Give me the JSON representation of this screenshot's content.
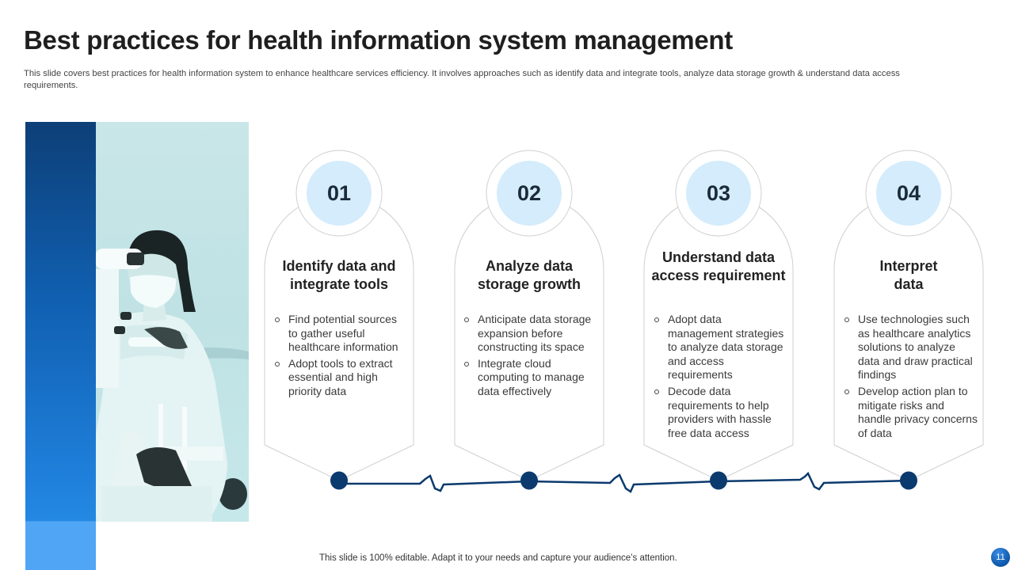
{
  "header": {
    "title": "Best practices for health information system management",
    "subtitle": "This slide covers best practices for health information system to enhance healthcare services efficiency. It involves approaches such as identify data and integrate tools, analyze  data storage growth & understand data access requirements."
  },
  "image": {
    "description": "Healthcare professional in mask using a microscope, blue-tinted photo",
    "icon": "photo-placeholder"
  },
  "steps": [
    {
      "number": "01",
      "title": "Identify data and integrate tools",
      "bullets": [
        "Find potential sources to gather useful healthcare information",
        "Adopt tools to extract essential and high priority data"
      ]
    },
    {
      "number": "02",
      "title": "Analyze data storage growth",
      "bullets": [
        "Anticipate data storage expansion before constructing its space",
        "Integrate  cloud computing to manage data effectively"
      ]
    },
    {
      "number": "03",
      "title": "Understand data access requirement",
      "bullets": [
        "Adopt data management strategies to analyze data storage and access requirements",
        "Decode data requirements to help providers with hassle free data access"
      ]
    },
    {
      "number": "04",
      "title": "Interpret data",
      "bullets": [
        "Use technologies such as healthcare analytics solutions to analyze data and draw practical findings",
        "Develop action plan to mitigate risks and handle privacy concerns of data"
      ]
    }
  ],
  "timeline": {
    "node_color": "#0b3a6e",
    "line_color": "#0b3a6e",
    "connector_icon": "heartbeat-pulse-icon"
  },
  "colors": {
    "number_circle_fill": "#d4ecfb",
    "card_outline": "#cfcfcf",
    "strip_dark": "#073a74",
    "strip_light": "#4aa3f5"
  },
  "footer": {
    "note": "This slide is 100% editable. Adapt it to your needs and capture your audience’s attention.",
    "page_number": "11"
  }
}
